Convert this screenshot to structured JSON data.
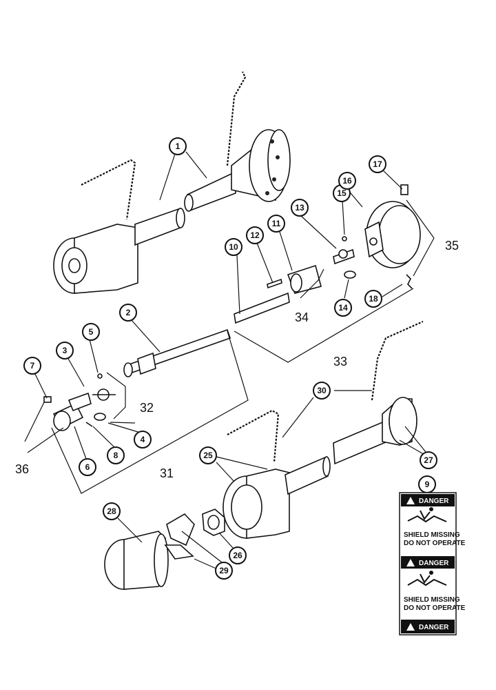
{
  "callouts": {
    "c1": "1",
    "c2": "2",
    "c3": "3",
    "c4": "4",
    "c5": "5",
    "c6": "6",
    "c7": "7",
    "c8": "8",
    "c9": "9",
    "c10": "10",
    "c11": "11",
    "c12": "12",
    "c13": "13",
    "c14": "14",
    "c15": "15",
    "c16": "16",
    "c17": "17",
    "c18": "18",
    "c25": "25",
    "c26": "26",
    "c27": "27",
    "c28": "28",
    "c29": "29",
    "c30": "30"
  },
  "labels": {
    "l31": "31",
    "l32": "32",
    "l33": "33",
    "l34": "34",
    "l35": "35",
    "l36": "36"
  },
  "decal": {
    "danger_1": "DANGER",
    "danger_2": "DANGER",
    "danger_3": "DANGER",
    "shield_line1_a": "SHIELD MISSING",
    "shield_line2_a": "DO NOT OPERATE",
    "shield_line1_b": "SHIELD MISSING",
    "shield_line2_b": "DO NOT OPERATE"
  }
}
